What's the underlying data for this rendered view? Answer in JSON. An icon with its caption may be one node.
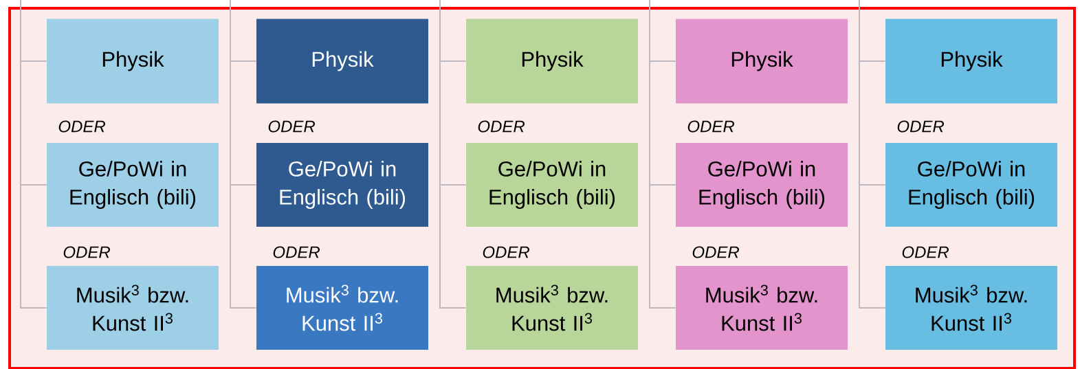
{
  "diagram": {
    "nodes": [
      {
        "text": [],
        "shape": "box"
      },
      {
        "text": [
          "Physik"
        ],
        "in": 0
      },
      {
        "text": [
          "Ge/PoWi in Englisch (bili)"
        ],
        "in": 0
      },
      {
        "text": [
          "Musik$^{3}$ bzw. Kunst II$^{3}$"
        ],
        "in": 0
      },
      {
        "text": [
          "Physik"
        ],
        "in": 0
      },
      {
        "text": [
          "Ge/PoWi in Englisch (bili)"
        ],
        "in": 0
      },
      {
        "text": [
          "Musik$^{3}$ bzw. Kunst II$^{3}$"
        ],
        "in": 0
      },
      {
        "text": [
          "Physik"
        ],
        "in": 0
      },
      {
        "text": [
          "Ge/PoWi in Englisch (bili)"
        ],
        "in": 0
      },
      {
        "text": [
          "Musik$^{3}$ bzw. Kunst II$^{3}$"
        ],
        "in": 0
      },
      {
        "text": [
          "Physik"
        ],
        "in": 0
      },
      {
        "text": [
          "Ge/PoWi in Englisch (bili)"
        ],
        "in": 0
      },
      {
        "text": [
          "Musik$^{3}$ bzw. Kunst II$^{3}$"
        ],
        "in": 0
      },
      {
        "text": [
          "Physik"
        ],
        "in": 0
      },
      {
        "text": [
          "Ge/PoWi in Englisch (bili)"
        ],
        "in": 0
      },
      {
        "text": [
          "Musik$^{3}$ bzw. Kunst II$^{3}$"
        ],
        "in": 0
      }
    ],
    "edges": [
      {
        "from": null,
        "to": 1,
        "arrow": "none"
      },
      {
        "from": null,
        "to": 2,
        "arrow": "none"
      },
      {
        "from": null,
        "to": 3,
        "arrow": "none"
      },
      {
        "from": null,
        "to": 4,
        "arrow": "none"
      },
      {
        "from": null,
        "to": 5,
        "arrow": "none"
      },
      {
        "from": null,
        "to": 6,
        "arrow": "none"
      },
      {
        "from": null,
        "to": 7,
        "arrow": "none"
      },
      {
        "from": null,
        "to": 8,
        "arrow": "none"
      },
      {
        "from": null,
        "to": 9,
        "arrow": "none"
      },
      {
        "from": null,
        "to": 10,
        "arrow": "none"
      },
      {
        "from": null,
        "to": 11,
        "arrow": "none"
      },
      {
        "from": null,
        "to": 12,
        "arrow": "none"
      },
      {
        "from": null,
        "to": 13,
        "arrow": "none"
      },
      {
        "from": null,
        "to": 14,
        "arrow": "none"
      },
      {
        "from": null,
        "to": 15,
        "arrow": "none"
      }
    ],
    "labels": [
      "ODER",
      "ODER",
      "ODER",
      "ODER",
      "ODER",
      "ODER",
      "ODER",
      "ODER",
      "ODER",
      "ODER"
    ]
  }
}
